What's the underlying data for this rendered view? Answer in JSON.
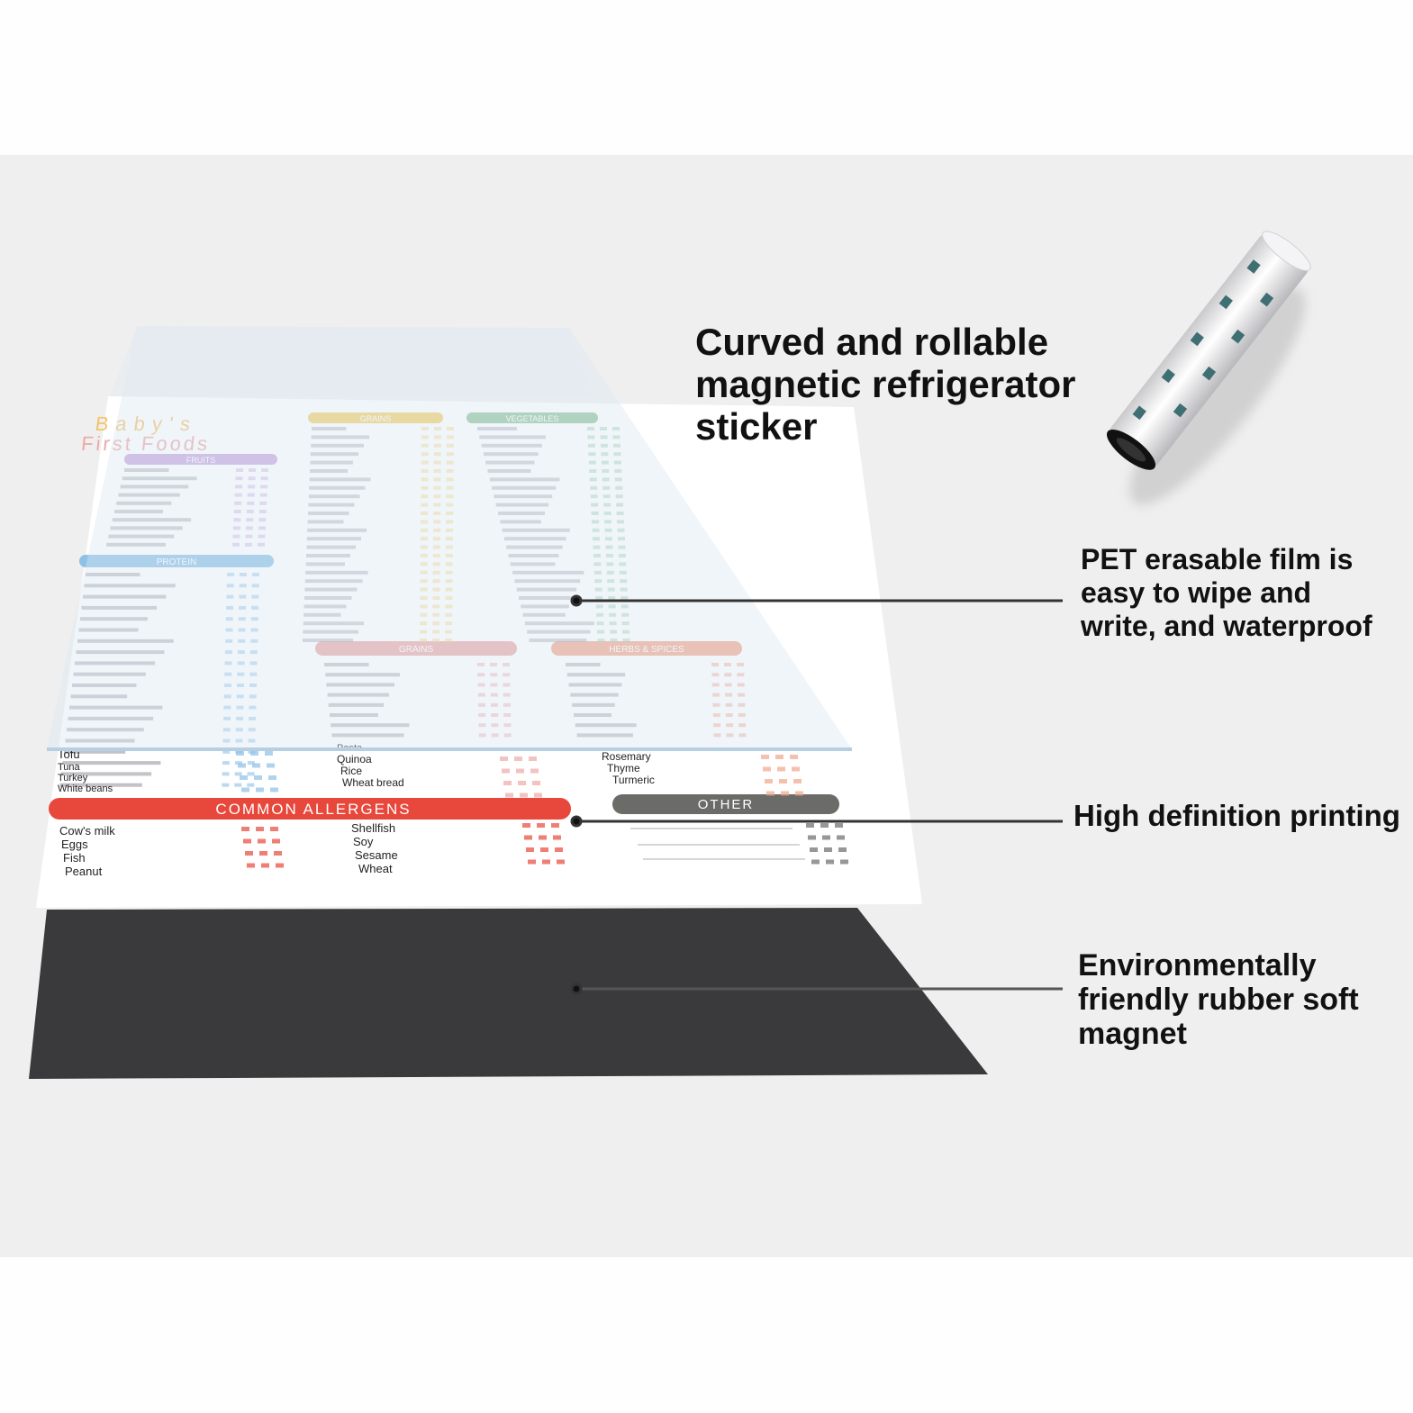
{
  "background": {
    "color": "#efefef",
    "border_color": "#fefefe"
  },
  "callouts": {
    "roll": "Curved and rollable\nmagnetic refrigerator\nsticker",
    "film": "PET erasable film is\neasy to wipe and\nwrite, and waterproof",
    "printing": "High definition printing",
    "magnet": "Environmentally\nfriendly rubber soft\nmagnet"
  },
  "chart_sheet": {
    "title_line1": "Baby's",
    "title_line2": "First Foods",
    "sections": {
      "fruits": "FRUITS",
      "grains": "GRAINS",
      "protein": "PROTEIN",
      "vegetables": "VEGETABLES",
      "grains2": "GRAINS",
      "herbs": "HERBS & SPICES",
      "allergens": "COMMON ALLERGENS",
      "other": "OTHER"
    },
    "colors": {
      "fruits": "#c7a7dc",
      "grains": "#f1cf6a",
      "protein": "#8ec1e6",
      "vegetables": "#8fc59a",
      "grains2": "#eba9a6",
      "herbs": "#f2a58c",
      "allergens": "#e8473b",
      "other": "#6b6b68",
      "magnet": "#3a3a3c"
    },
    "visible_items": {
      "protein_end": [
        "Tofu",
        "Tuna",
        "Turkey",
        "White beans"
      ],
      "grains_end": [
        "Pasta",
        "Quinoa",
        "Rice",
        "Wheat bread"
      ],
      "herbs_end": [
        "Rosemary",
        "Thyme",
        "Turmeric"
      ],
      "allergens_col1": [
        "Cow's milk",
        "Eggs",
        "Fish",
        "Peanut"
      ],
      "allergens_col2": [
        "Shellfish",
        "Soy",
        "Sesame",
        "Wheat"
      ]
    }
  }
}
